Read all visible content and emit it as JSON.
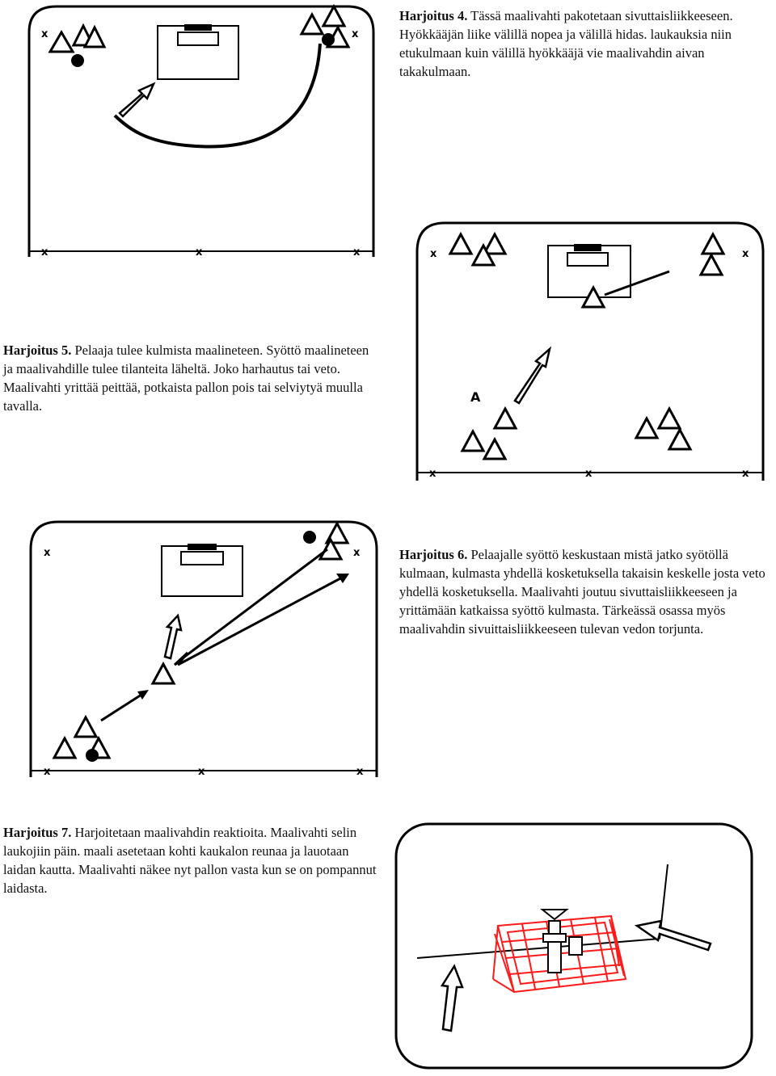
{
  "exercises": [
    {
      "title": "Harjoitus 4.",
      "text": "Tässä maalivahti pakotetaan sivuttaisliikkeeseen. Hyökkääjän liike välillä nopea ja välillä hidas. laukauksia niin etukulmaan kuin välillä hyökkääjä vie maalivahdin aivan takakulmaan."
    },
    {
      "title": "Harjoitus 5.",
      "text": "Pelaaja tulee kulmista maalineteen. Syöttö maalineteen ja maalivahdille tulee tilanteita läheltä. Joko harhautus tai veto. Maalivahti yrittää peittää, potkaista pallon pois tai selviytyä muulla tavalla."
    },
    {
      "title": "Harjoitus 6.",
      "text": "Pelaajalle syöttö keskustaan mistä jatko syötöllä kulmaan, kulmasta yhdellä kosketuksella takaisin keskelle josta veto yhdellä kosketuksella. Maalivahti joutuu sivuttaisliikkeeseen ja yrittämään katkaissa syöttö kulmasta. Tärkeässä osassa myös maalivahdin sivuittaisliikkeeseen tulevan vedon torjunta."
    },
    {
      "title": "Harjoitus 7.",
      "text": "Harjoitetaan maalivahdin reaktioita. Maalivahti selin laukojiin päin. maali asetetaan kohti kaukalon reunaa ja lauotaan laidan kautta. Maalivahti näkee nyt pallon vasta kun se on pompannut laidasta."
    }
  ],
  "diagram_labels": {
    "marker_x": "x",
    "player_a": "A"
  },
  "icons": {
    "cone": "triangle-cone-icon",
    "ball": "puck-ball-icon",
    "arrow": "movement-arrow-icon",
    "goal": "goal-net-icon"
  },
  "colors": {
    "goal_net_red": "#ff1a1a",
    "line": "#000000"
  }
}
